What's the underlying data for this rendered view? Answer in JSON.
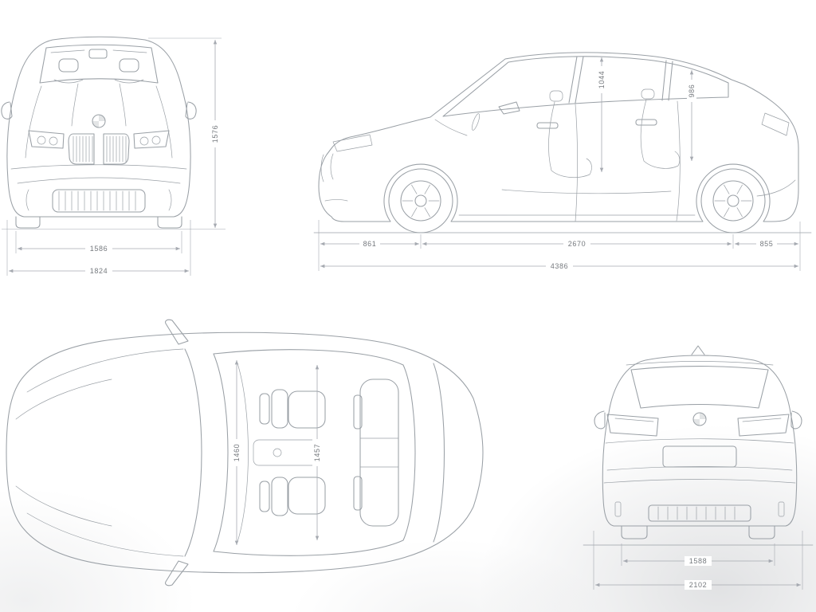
{
  "colors": {
    "background": "#ffffff",
    "car_line": "#9aa0a6",
    "dimension_line": "#a6aab1",
    "label_text": "#75797e"
  },
  "views": {
    "front": {
      "height_mm": "1576",
      "track_width_mm": "1586",
      "overall_width_mm": "1824"
    },
    "side": {
      "front_headroom_mm": "1044",
      "rear_headroom_mm": "986",
      "front_overhang_mm": "861",
      "wheelbase_mm": "2670",
      "rear_overhang_mm": "855",
      "overall_length_mm": "4386"
    },
    "top": {
      "front_interior_width_mm": "1460",
      "rear_interior_width_mm": "1457"
    },
    "rear": {
      "track_width_mm": "1588",
      "overall_width_mirrors_mm": "2102"
    }
  }
}
